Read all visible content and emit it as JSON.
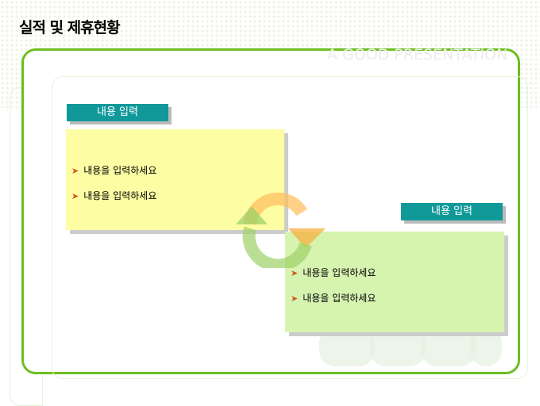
{
  "title": "실적 및 제휴현황",
  "watermark": "A GOOD PRESENTATION",
  "panels": [
    {
      "label": "내용 입력",
      "items": [
        "내용을 입력하세요",
        "내용을 입력하세요"
      ]
    },
    {
      "label": "내용 입력",
      "items": [
        "내용을 입력하세요",
        "내용을 입력하세요"
      ]
    }
  ],
  "colors": {
    "frame": "#6cbf1e",
    "label": "#11999a",
    "yellow": "#fdfda4",
    "green": "#d6f3b0"
  }
}
